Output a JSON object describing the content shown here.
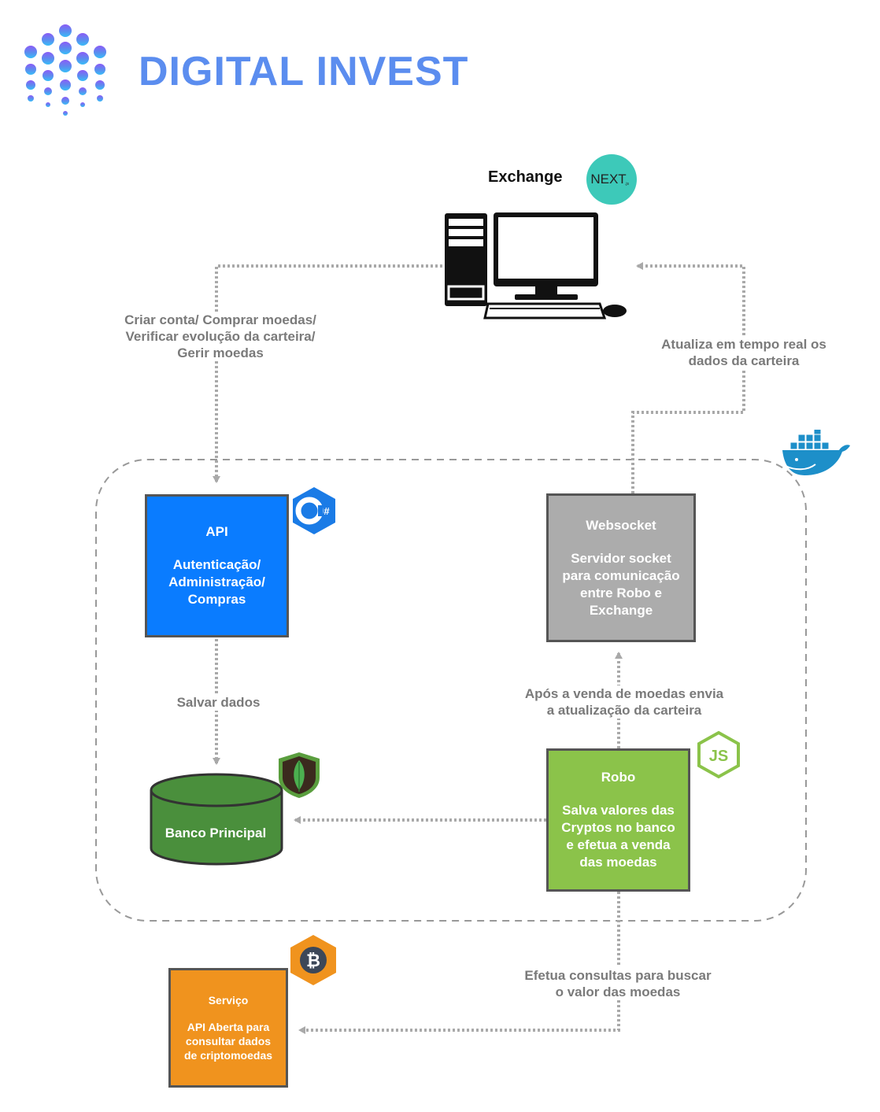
{
  "header": {
    "title": "DIGITAL INVEST"
  },
  "exchange": {
    "label": "Exchange",
    "next_logo_text": "NEXT",
    "next_logo_suffix": ".js"
  },
  "labels": {
    "left_flow": [
      "Criar conta/",
      "Comprar moedas/",
      "Verificar evolução da carteira/",
      "Gerir moedas"
    ],
    "right_flow": [
      "Atualiza em tempo real os",
      "dados da carteira"
    ],
    "save": "Salvar dados",
    "robo_to_ws": [
      "Após a venda de moedas",
      "envia a atualização da carteira"
    ],
    "robo_to_service": [
      "Efetua consultas para",
      "buscar o valor das moedas"
    ]
  },
  "boxes": {
    "api": {
      "title": "API",
      "body": [
        "Autenticação/",
        "Administração/",
        "Compras"
      ]
    },
    "websocket": {
      "title": "Websocket",
      "body": [
        "Servidor socket",
        "para comunicação",
        "entre Robo e",
        "Exchange"
      ]
    },
    "robo": {
      "title": "Robo",
      "body": [
        "Salva valores das",
        "Cryptos no banco",
        "e efetua a venda",
        "das moedas"
      ]
    },
    "servico": {
      "title": "Serviço",
      "body": [
        "API Aberta para",
        "consultar dados",
        "de criptomoedas"
      ]
    },
    "database": {
      "label": "Banco Principal"
    }
  },
  "badges": {
    "csharp": "C#",
    "nodejs": "JS",
    "bitcoin": "₿"
  },
  "colors": {
    "title": "#5b8def",
    "api": "#0a7cff",
    "websocket": "#acacac",
    "robo": "#8bc34a",
    "servico": "#f0931e",
    "database": "#4a8f3c",
    "arrow": "#a9a9a9",
    "docker": "#1d8fc9"
  }
}
